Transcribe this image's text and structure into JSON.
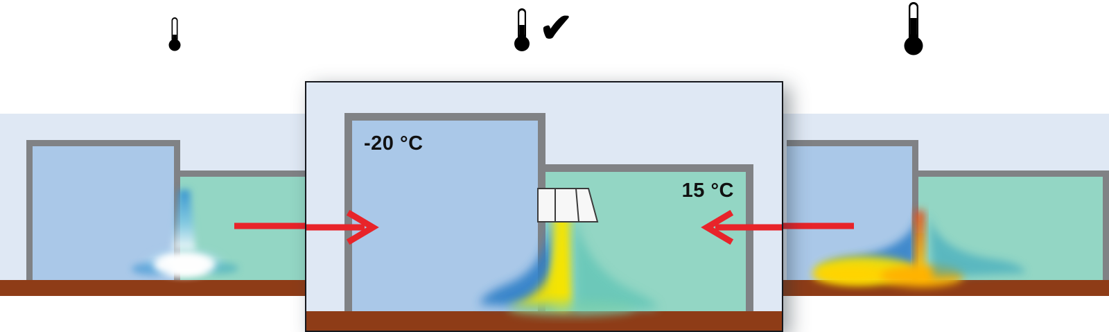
{
  "figure": {
    "type": "cfd-airflow-comparison",
    "panel_count": 3,
    "description_visible_text_only": true
  },
  "thermometers": [
    {
      "name": "thermometer-cold",
      "icon": "thermometer-icon",
      "size": "small",
      "fill_level_pct": 22,
      "checked": false,
      "check_label": ""
    },
    {
      "name": "thermometer-mild",
      "icon": "thermometer-icon",
      "size": "medium",
      "fill_level_pct": 45,
      "checked": true,
      "check_label": "✔"
    },
    {
      "name": "thermometer-hot",
      "icon": "thermometer-icon",
      "size": "large",
      "fill_level_pct": 62,
      "checked": false,
      "check_label": ""
    }
  ],
  "panels": [
    {
      "id": "panel-left",
      "name": "panel-cold",
      "selected": false,
      "labels": {
        "left_room": "",
        "right_room": ""
      },
      "plume": "cold-white-plume",
      "arrow": {
        "name": "flow-arrow-right",
        "direction": "right",
        "color": "#e8242a"
      }
    },
    {
      "id": "panel-center",
      "name": "panel-mild-selected",
      "selected": true,
      "labels": {
        "left_room": "-20 °C",
        "right_room": "15 °C"
      },
      "plume": "mixed-blue-yellow-plume",
      "arrow": {
        "name": "flow-arrow-left",
        "direction": "left",
        "color": "#e8242a"
      }
    },
    {
      "id": "panel-right",
      "name": "panel-hot",
      "selected": false,
      "labels": {
        "left_room": "",
        "right_room": ""
      },
      "plume": "hot-orange-plume",
      "arrow": {
        "name": "flow-arrow-none",
        "direction": "none",
        "color": "#e8242a"
      }
    }
  ],
  "colors": {
    "sky": "#dfe8f4",
    "ground": "#8e3c17",
    "wall": "#808285",
    "room_cold": "#aac8e8",
    "room_warm": "#93d6c4",
    "arrow_red": "#e8242a",
    "label_text": "#111111",
    "panel_border": "#15171c",
    "plume_blue": "#2f7fc7",
    "plume_yellow": "#f5e400",
    "plume_orange": "#f7a600",
    "plume_white": "#ffffff"
  },
  "temperature_labels": {
    "cold_room": "-20 °C",
    "warm_room": "15 °C"
  }
}
